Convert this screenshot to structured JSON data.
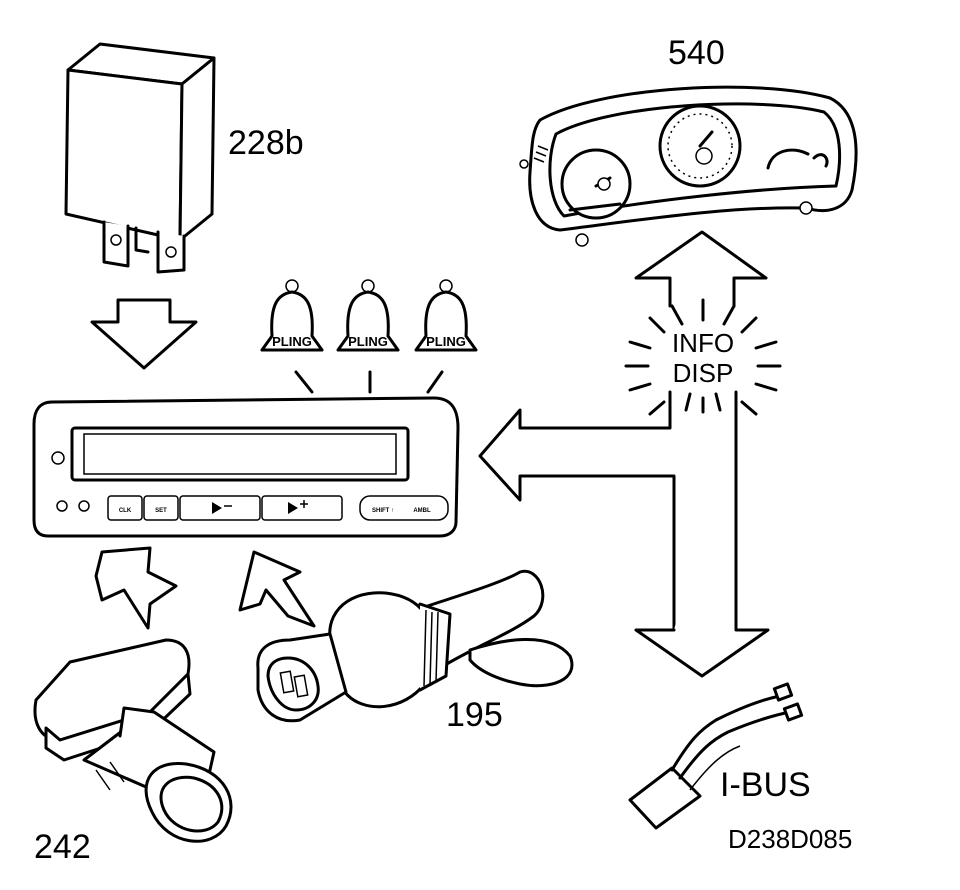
{
  "labels": {
    "relay": "228b",
    "cluster": "540",
    "sensor_large": "195",
    "sensor_small": "242",
    "bus": "I-BUS",
    "code": "D238D085"
  },
  "bells": [
    "PLING",
    "PLING",
    "PLING"
  ],
  "info_disp": {
    "line1": "INFO",
    "line2": "DISP"
  },
  "display_buttons": [
    "CLK",
    "SET",
    "",
    "",
    "SHIFT ↑",
    "AMBL"
  ]
}
